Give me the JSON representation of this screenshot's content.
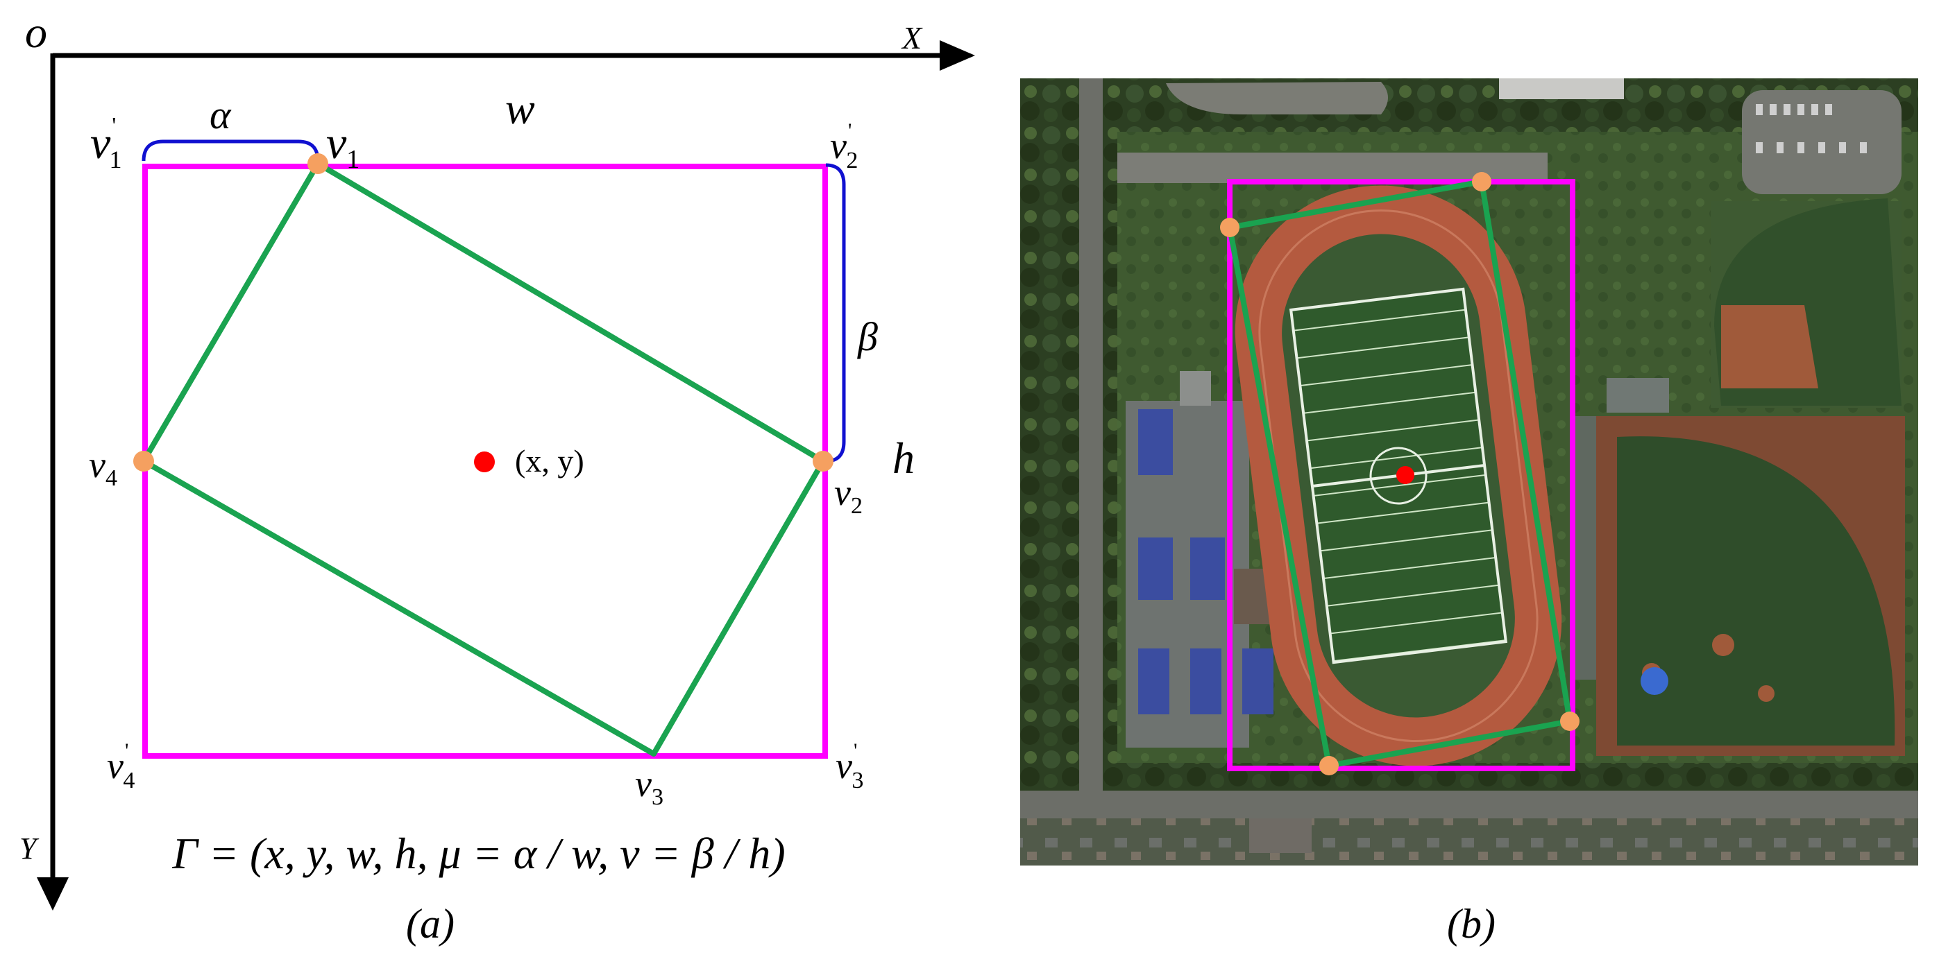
{
  "panel_a": {
    "origin_label": "o",
    "x_axis_label": "X",
    "y_axis_label": "Y",
    "width_label": "w",
    "height_label": "h",
    "alpha_label": "α",
    "beta_label": "β",
    "center_label": "(x, y)",
    "vertices": {
      "v1": {
        "base": "v",
        "sub": "1"
      },
      "v2": {
        "base": "v",
        "sub": "2"
      },
      "v3": {
        "base": "v",
        "sub": "3"
      },
      "v4": {
        "base": "v",
        "sub": "4"
      }
    },
    "corners": {
      "v1p": {
        "base": "v",
        "sub": "1",
        "sup": "'"
      },
      "v2p": {
        "base": "v",
        "sub": "2",
        "sup": "'"
      },
      "v3p": {
        "base": "v",
        "sub": "3",
        "sup": "'"
      },
      "v4p": {
        "base": "v",
        "sub": "4",
        "sup": "'"
      }
    },
    "formula": "Γ = (x, y, w, h, μ = α / w, ν = β / h)",
    "caption": "(a)"
  },
  "panel_b": {
    "caption": "(b)"
  },
  "colors": {
    "horizontal_box": "#ff00ff",
    "oriented_box": "#1aa350",
    "offset_bracket": "#1010d0",
    "vertex_dot": "#f5a060",
    "center_dot": "#ff0000",
    "axis": "#000000"
  }
}
